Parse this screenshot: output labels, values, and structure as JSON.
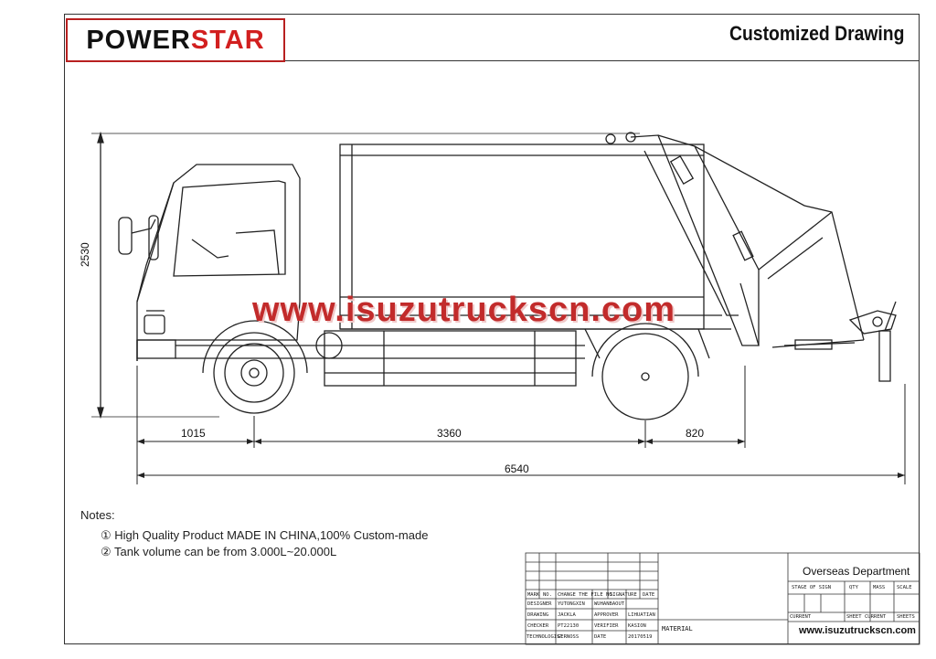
{
  "logo": {
    "part1": "POWER",
    "part2": "STAR"
  },
  "title": "Customized Drawing",
  "watermark": "www.isuzutruckscn.com",
  "dimensions": {
    "height": "2530",
    "front_overhang": "1015",
    "wheelbase": "3360",
    "rear_overhang": "820",
    "overall_length": "6540"
  },
  "notes": {
    "heading": "Notes:",
    "items": [
      "① High Quality Product MADE IN CHINA,100% Custom-made",
      "② Tank volume can be from 3.000L~20.000L"
    ]
  },
  "title_block": {
    "department": "Overseas Department",
    "website": "www.isuzutruckscn.com",
    "material": "MATERIAL",
    "rev_header": [
      "MARK",
      "NO.",
      "CHANGE THE FILE NO.",
      "SIGNATURE",
      "DATE"
    ],
    "rows": [
      [
        "DESIGNER",
        "YUTONGXIN",
        "WUHANBAOUT"
      ],
      [
        "DRAWING",
        "JACKLA",
        "APPROVER",
        "LIHUATIAN"
      ],
      [
        "CHECKER",
        "PT22130",
        "VERIFIER",
        "KASION"
      ],
      [
        "TECHNOLOGIST",
        "GERNOSS",
        "DATE",
        "20170519"
      ]
    ],
    "stage_header": [
      "STAGE OF SIGN",
      "QTY",
      "MASS",
      "SCALE"
    ],
    "sheet_row": [
      "CURRENT",
      "SHEET",
      "CURRENT",
      "SHEETS"
    ]
  },
  "colors": {
    "accent": "#d21f1f",
    "line": "#333333"
  }
}
